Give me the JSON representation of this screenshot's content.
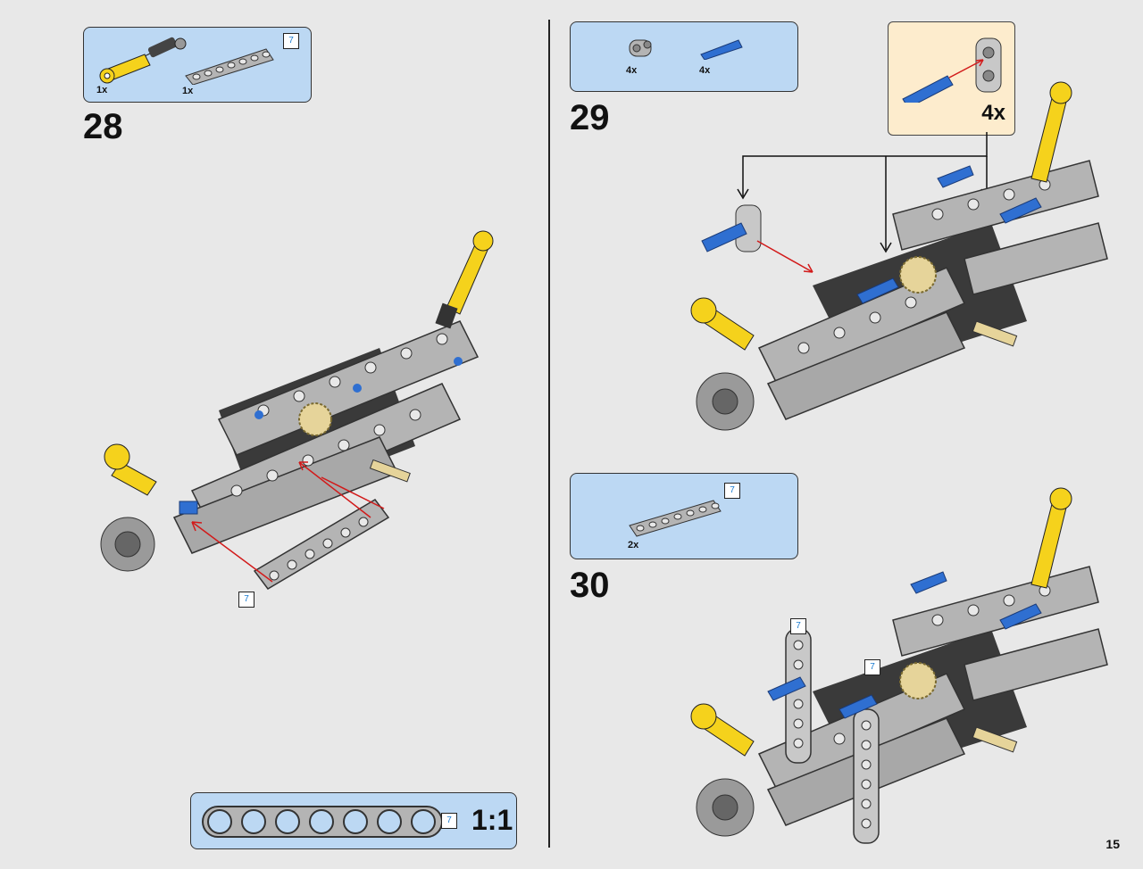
{
  "page_number": "15",
  "steps": [
    {
      "number": "28",
      "parts": [
        {
          "name": "yellow-shock-part",
          "qty": "1x"
        },
        {
          "name": "beam-7",
          "qty": "1x"
        }
      ],
      "parts_badge": "7",
      "model_badge": "7"
    },
    {
      "number": "29",
      "parts": [
        {
          "name": "gray-pin-connector",
          "qty": "4x"
        },
        {
          "name": "blue-pin",
          "qty": "4x"
        }
      ],
      "callout_qty": "4x"
    },
    {
      "number": "30",
      "parts": [
        {
          "name": "beam-7",
          "qty": "2x"
        }
      ],
      "parts_badge": "7",
      "model_badges": [
        "7",
        "7"
      ]
    }
  ],
  "scale_box": {
    "badge": "7",
    "ratio": "1:1",
    "hole_count": 7
  },
  "colors": {
    "parts_bg": "#bcd8f3",
    "callout_bg": "#fdeccd",
    "gray_part": "#b4b4b4",
    "dark_part": "#3a3a3a",
    "yellow": "#f5d21c",
    "blue": "#2f6fd1",
    "tan": "#e6d49a",
    "arrow_red": "#d21a1a"
  }
}
